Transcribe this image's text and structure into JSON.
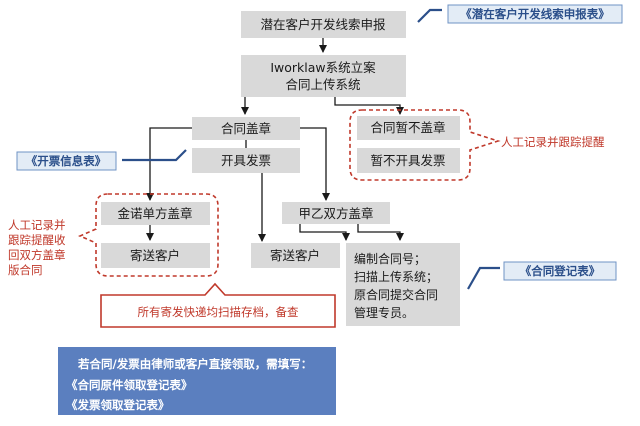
{
  "nodes": {
    "lead_report": "潜在客户开发线索申报",
    "system_case_1": "Iworklaw系统立案",
    "system_case_2": "合同上传系统",
    "contract_seal": "合同盖章",
    "contract_no_seal": "合同暂不盖章",
    "issue_invoice": "开具发票",
    "no_invoice": "暂不开具发票",
    "jinnuo_seal": "金诺单方盖章",
    "both_seal": "甲乙双方盖章",
    "send_client_1": "寄送客户",
    "send_client_2": "寄送客户",
    "register_1": "编制合同号；",
    "register_2": "扫描上传系统；",
    "register_3": "原合同提交合同",
    "register_4": "管理专员。"
  },
  "callouts": {
    "manual_reminder": "人工记录并跟踪提醒",
    "left_note_1": "人工记录并",
    "left_note_2": "跟踪提醒收",
    "left_note_3": "回双方盖章",
    "left_note_4": "版合同",
    "scan_archive": "所有寄发快递均扫描存档，备查"
  },
  "tags": {
    "lead_form": "《潜在客户开发线索申报表》",
    "invoice_form": "《开票信息表》",
    "contract_register": "《合同登记表》"
  },
  "info": {
    "line_1": "若合同/发票由律师或客户直接领取，需填写：",
    "line_2": "《合同原件领取登记表》",
    "line_3": "《发票领取登记表》"
  },
  "colors": {
    "box_fill": "#d9d9d9",
    "accent_red": "#c0392b",
    "accent_blue": "#5b7fbf",
    "tag_text": "#2b4f8a"
  }
}
